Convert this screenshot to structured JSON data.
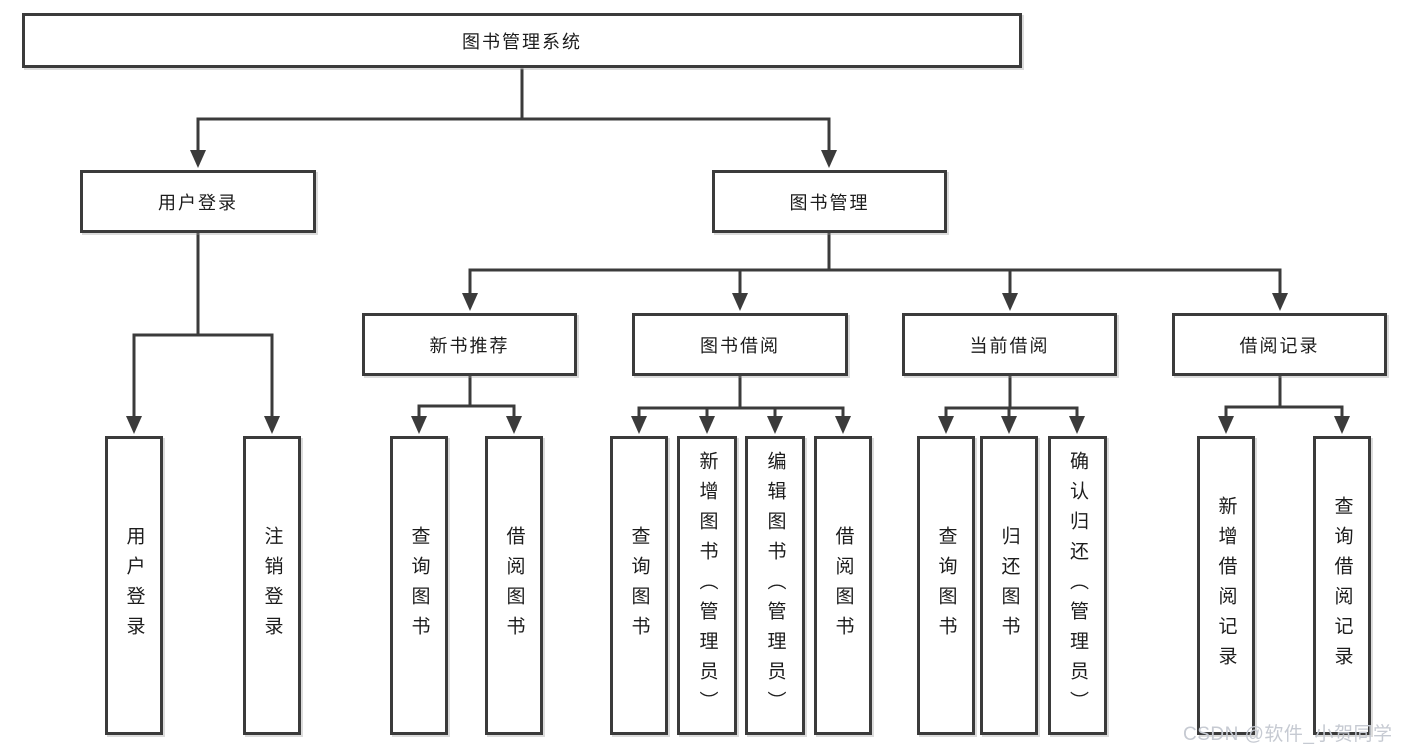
{
  "diagram": {
    "type": "function-structure-tree",
    "tree": {
      "label": "图书管理系统",
      "children": [
        {
          "label": "用户登录",
          "children": [
            {
              "label": "用户登录"
            },
            {
              "label": "注销登录"
            }
          ]
        },
        {
          "label": "图书管理",
          "children": [
            {
              "label": "新书推荐",
              "children": [
                {
                  "label": "查询图书"
                },
                {
                  "label": "借阅图书"
                }
              ]
            },
            {
              "label": "图书借阅",
              "children": [
                {
                  "label": "查询图书"
                },
                {
                  "label": "新增图书（管理员）"
                },
                {
                  "label": "编辑图书（管理员）"
                },
                {
                  "label": "借阅图书"
                }
              ]
            },
            {
              "label": "当前借阅",
              "children": [
                {
                  "label": "查询图书"
                },
                {
                  "label": "归还图书"
                },
                {
                  "label": "确认归还（管理员）"
                }
              ]
            },
            {
              "label": "借阅记录",
              "children": [
                {
                  "label": "新增借阅记录"
                },
                {
                  "label": "查询借阅记录"
                }
              ]
            }
          ]
        }
      ]
    }
  },
  "watermark": {
    "text": "CSDN @软件_小贺同学"
  },
  "colors": {
    "line": "#3b3b3b",
    "box_border": "#3b3b3b",
    "box_fill": "#ffffff",
    "text": "#1c1c1c",
    "watermark": "#c6cad2",
    "background": "#ffffff"
  }
}
